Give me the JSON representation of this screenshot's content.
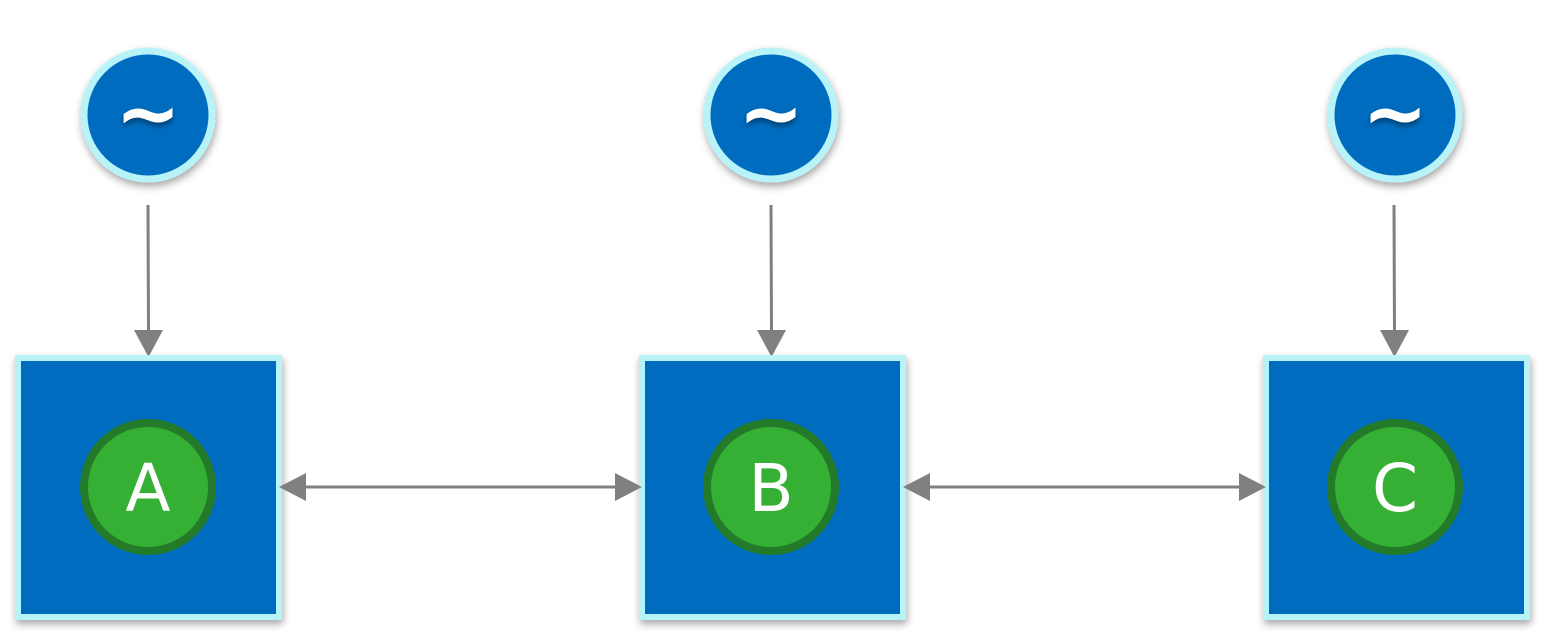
{
  "nodes": [
    {
      "id": "a",
      "label": "A",
      "source_icon": "wave-icon"
    },
    {
      "id": "b",
      "label": "B",
      "source_icon": "wave-icon"
    },
    {
      "id": "c",
      "label": "C",
      "source_icon": "wave-icon"
    }
  ],
  "source_glyph": "~",
  "links": [
    {
      "from": "a",
      "to": "b",
      "direction": "both"
    },
    {
      "from": "b",
      "to": "c",
      "direction": "both"
    }
  ],
  "colors": {
    "box_fill": "#006cbf",
    "box_border": "#b8f3f8",
    "circle_fill": "#35b034",
    "circle_border": "#237b2a",
    "source_fill": "#006cbf",
    "source_border": "#b8f3f8",
    "arrow": "#808080",
    "text": "#ffffff"
  }
}
